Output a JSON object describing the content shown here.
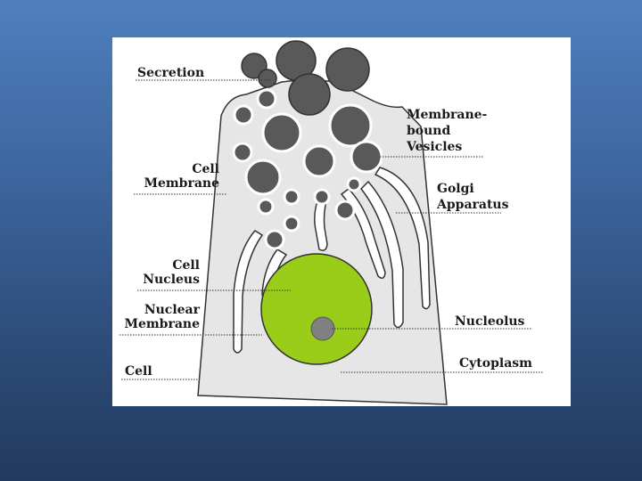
{
  "labels": {
    "secretion": "Secretion",
    "cell_membrane": "Cell\nMembrane",
    "cell_nucleus": "Cell\nNucleus",
    "nuclear_membrane": "Nuclear\nMembrane",
    "cell": "Cell",
    "membrane_bound_vesicles": "Membrane-\nbound\nVesicles",
    "golgi_apparatus": "Golgi\nApparatus",
    "nucleolus": "Nucleolus",
    "cytoplasm": "Cytoplasm"
  },
  "colors": {
    "background_top": "#4f7fbf",
    "background_bottom": "#233a5e",
    "panel": "#ffffff",
    "cytoplasm": "#e6e6e6",
    "outline": "#333333",
    "vesicle": "#595959",
    "nucleus": "#9acd1a",
    "nucleolus": "#808080"
  }
}
